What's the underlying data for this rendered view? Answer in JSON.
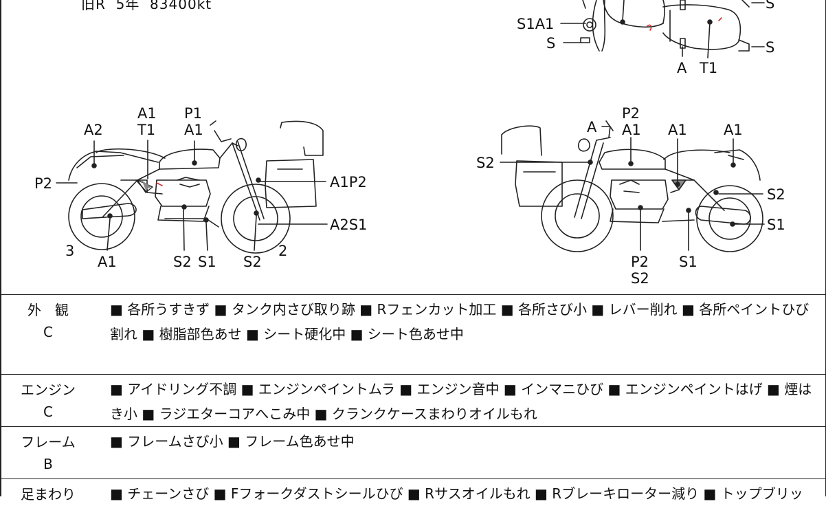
{
  "header": {
    "text": "旧R  5年  83400kt"
  },
  "diagram": {
    "top_view": {
      "labels": [
        "S1A1",
        "S",
        "S",
        "S",
        "A",
        "T1"
      ]
    },
    "left_side": {
      "labels": [
        "A1",
        "T1",
        "P1",
        "A1",
        "A2",
        "P2",
        "A1P2",
        "A2S1",
        "3",
        "A1",
        "S2",
        "S1",
        "S2",
        "2"
      ]
    },
    "right_side": {
      "labels": [
        "P2",
        "A",
        "A1",
        "A1",
        "A1",
        "S2",
        "S2",
        "S1",
        "P2",
        "S2",
        "S1"
      ]
    },
    "colors": {
      "line": "#222222",
      "fill": "#ffffff",
      "mark": "#d33030"
    }
  },
  "conditions": [
    {
      "category": "外　観",
      "grade": "C",
      "text": "■ 各所うすきず ■ タンク内さび取り跡 ■ Rフェンカット加工 ■ 各所さび小 ■ レバー削れ ■ 各所ペイントひび割れ ■ 樹脂部色あせ ■ シート硬化中 ■ シート色あせ中"
    },
    {
      "category": "エンジン",
      "grade": "C",
      "text": "■ アイドリング不調 ■ エンジンペイントムラ ■ エンジン音中 ■ インマニひび ■ エンジンペイントはげ ■ 煙はき小 ■ ラジエターコアへこみ中 ■ クランクケースまわりオイルもれ"
    },
    {
      "category": "フレーム",
      "grade": "B",
      "text": "■ フレームさび小 ■ フレーム色あせ中"
    },
    {
      "category": "足まわり",
      "grade": "",
      "text": "■ チェーンさび ■ Fフォークダストシールひび ■ Rサスオイルもれ ■ Rブレーキローター減り ■ トップブリッ"
    }
  ]
}
